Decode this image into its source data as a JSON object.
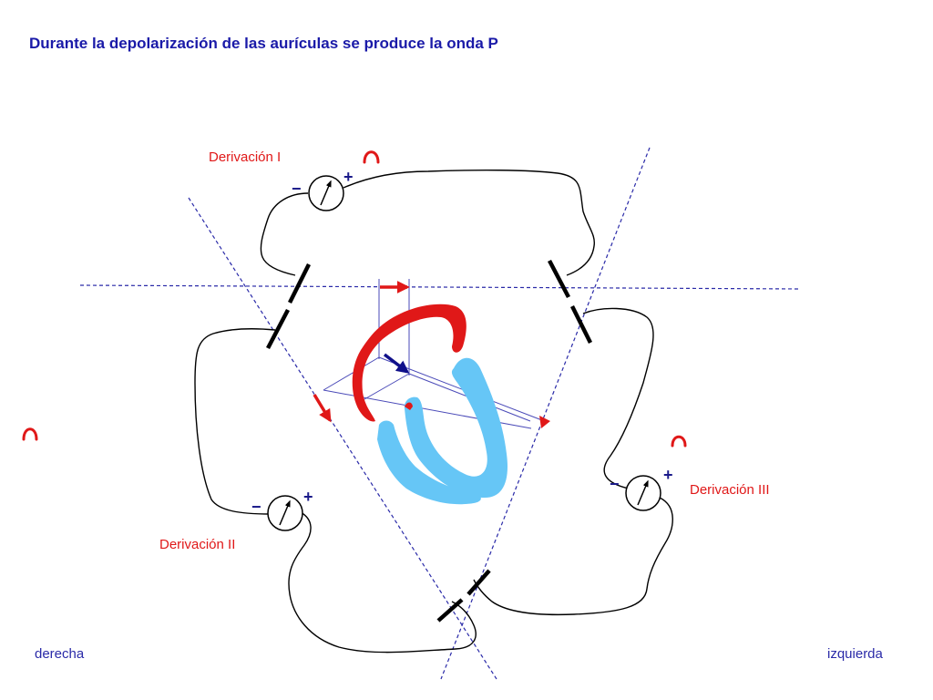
{
  "title": "Durante la depolarización de las aurículas se produce la onda P",
  "leads": {
    "lead_1": "Derivación I",
    "lead_2": "Derivación II",
    "lead_3": "Derivación III"
  },
  "sides": {
    "right": "derecha",
    "left": "izquierda"
  },
  "signs": {
    "plus": "+",
    "minus": "−"
  },
  "colors": {
    "title": "#1a1aa8",
    "atria": "#e01818",
    "ventricles": "#66c6f6",
    "projection_lines": "#2a2aa8",
    "vector": "#10108a",
    "wire": "#000000"
  }
}
